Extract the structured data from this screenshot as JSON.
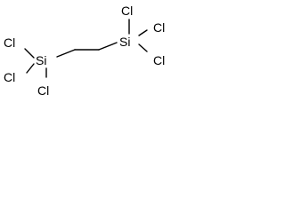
{
  "molecule": {
    "atoms": {
      "si_left": "Si",
      "si_right": "Si",
      "cl_left_1": "Cl",
      "cl_left_2": "Cl",
      "cl_left_3": "Cl",
      "cl_right_1": "Cl",
      "cl_right_2": "Cl",
      "cl_right_3": "Cl"
    }
  }
}
